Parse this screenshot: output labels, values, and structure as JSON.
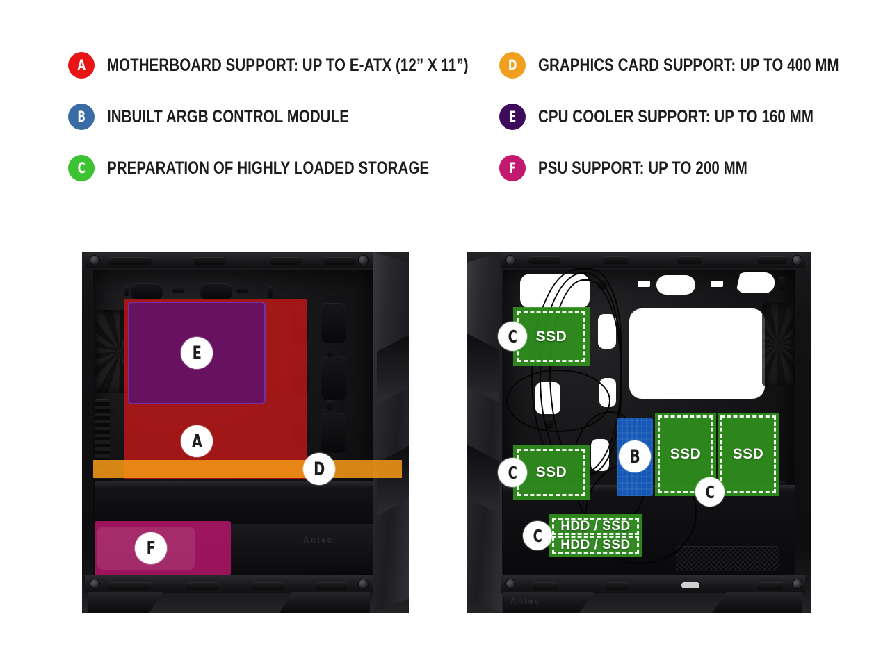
{
  "legend": {
    "left_items": [
      {
        "key": "A",
        "label": "MOTHERBOARD SUPPORT: UP TO E-ATX (12” X 11”)",
        "color": "#e81416"
      },
      {
        "key": "B",
        "label": "INBUILT ARGB CONTROL MODULE",
        "color": "#3a6ba5"
      },
      {
        "key": "C",
        "label": "PREPARATION OF HIGHLY LOADED STORAGE",
        "color": "#3cc232"
      }
    ],
    "right_items": [
      {
        "key": "D",
        "label": "GRAPHICS CARD SUPPORT: UP TO 400 MM",
        "color": "#f0a01e"
      },
      {
        "key": "E",
        "label": "CPU COOLER SUPPORT: UP TO 160 MM",
        "color": "#3d0a5c"
      },
      {
        "key": "F",
        "label": "PSU SUPPORT: UP TO 200 MM",
        "color": "#c2186e"
      }
    ]
  },
  "left_case": {
    "brand": "Antec",
    "markers": {
      "cpu": "E",
      "motherboard": "A",
      "gpu": "D",
      "psu": "F"
    }
  },
  "right_case": {
    "brand": "Antec",
    "markers": {
      "ssd_top": "C",
      "ssd_mid": "C",
      "ssd_cage": "C",
      "hdd_bay": "C",
      "argb": "B"
    },
    "drive_labels": {
      "ssd_top": "SSD",
      "ssd_mid": "SSD",
      "ssd_cage_1": "SSD",
      "ssd_cage_2": "SSD",
      "hdd_1": "HDD / SSD",
      "hdd_2": "HDD / SSD"
    }
  },
  "colors": {
    "motherboard_overlay": "#c41616",
    "cpu_overlay": "#5f106e",
    "gpu_overlay": "#f09614",
    "psu_overlay": "#aa1464",
    "argb_overlay": "#165fc8",
    "storage_overlay": "#30961e",
    "background": "#ffffff"
  }
}
